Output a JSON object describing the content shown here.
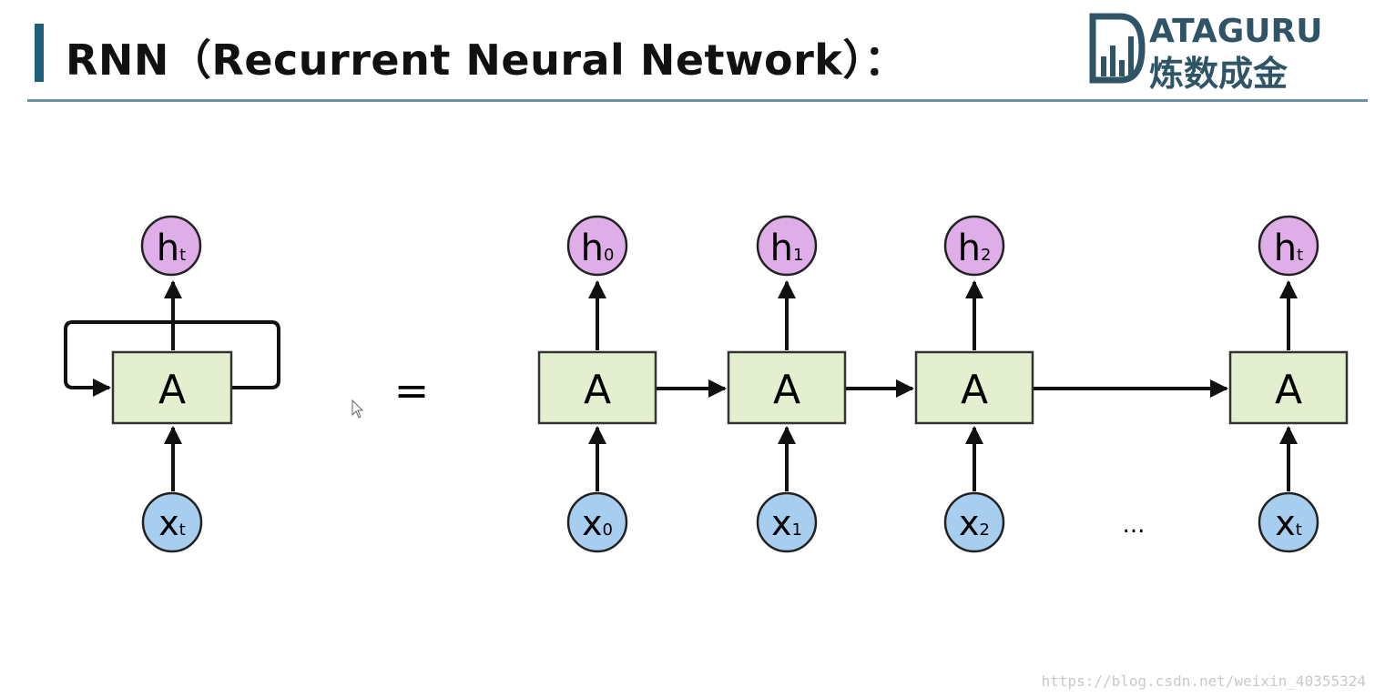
{
  "header": {
    "title": "RNN（Recurrent Neural Network）："
  },
  "logo": {
    "top": "ATAGURU",
    "bottom": "炼数成金"
  },
  "diagram": {
    "equals": "=",
    "ellipsis": "...",
    "folded": {
      "cell": "A",
      "hidden": {
        "main": "h",
        "sub": "t"
      },
      "input": {
        "main": "x",
        "sub": "t"
      }
    },
    "unrolled": [
      {
        "cell": "A",
        "hidden": {
          "main": "h",
          "sub": "0"
        },
        "input": {
          "main": "x",
          "sub": "0"
        }
      },
      {
        "cell": "A",
        "hidden": {
          "main": "h",
          "sub": "1"
        },
        "input": {
          "main": "x",
          "sub": "1"
        }
      },
      {
        "cell": "A",
        "hidden": {
          "main": "h",
          "sub": "2"
        },
        "input": {
          "main": "x",
          "sub": "2"
        }
      },
      {
        "cell": "A",
        "hidden": {
          "main": "h",
          "sub": "t"
        },
        "input": {
          "main": "x",
          "sub": "t"
        }
      }
    ]
  },
  "colors": {
    "cell_fill": "#e3efcf",
    "hidden_fill": "#dfaee8",
    "input_fill": "#a7cdef",
    "stroke": "#111111"
  },
  "watermark": "https://blog.csdn.net/weixin_40355324"
}
